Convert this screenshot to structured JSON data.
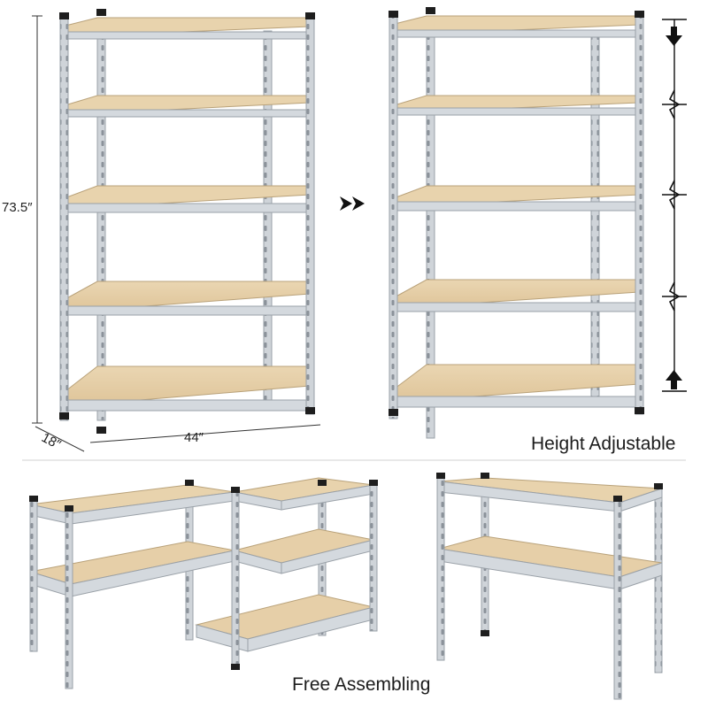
{
  "dimensions": {
    "height": "73.5″",
    "depth": "18″",
    "width": "44″"
  },
  "captions": {
    "height_adjustable": "Height Adjustable",
    "free_assembling": "Free Assembling"
  },
  "colors": {
    "metal": "#cfd4d9",
    "metal_dark": "#9aa1a8",
    "board": "#e6cfa8",
    "board_edge": "#cdb386",
    "cap": "#1e1e1e",
    "divider": "#d0d0d0"
  },
  "icons": [
    "double-chevron-right-icon",
    "arrow-down-icon",
    "arrow-up-icon",
    "break-mark-icon"
  ],
  "shelf_counts": {
    "main_unit": 5,
    "adjustable_unit": 5,
    "left_combo": 3,
    "right_combo": 2
  }
}
